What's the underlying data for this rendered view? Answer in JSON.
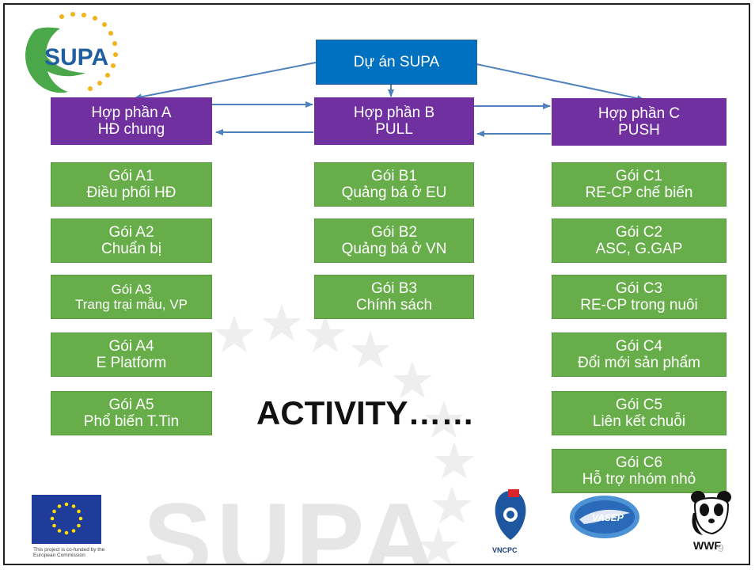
{
  "root": {
    "label": "Dự án SUPA"
  },
  "components": [
    {
      "line1": "Hợp phần A",
      "line2": "HĐ chung"
    },
    {
      "line1": "Hợp phần B",
      "line2": "PULL"
    },
    {
      "line1": "Hợp phần C",
      "line2": "PUSH"
    }
  ],
  "packages": {
    "A": [
      {
        "line1": "Gói A1",
        "line2": "Điều phối HĐ"
      },
      {
        "line1": "Gói A2",
        "line2": "Chuẩn bị"
      },
      {
        "line1": "Gói A3",
        "line2": "Trang trại mẫu, VP"
      },
      {
        "line1": "Gói A4",
        "line2": "E Platform"
      },
      {
        "line1": "Gói A5",
        "line2": "Phổ biến T.Tin"
      }
    ],
    "B": [
      {
        "line1": "Gói B1",
        "line2": "Quảng bá ở EU"
      },
      {
        "line1": "Gói B2",
        "line2": "Quảng bá ở VN"
      },
      {
        "line1": "Gói B3",
        "line2": "Chính sách"
      }
    ],
    "C": [
      {
        "line1": "Gói C1",
        "line2": "RE-CP chế biến"
      },
      {
        "line1": "Gói C2",
        "line2": "ASC, G.GAP"
      },
      {
        "line1": "Gói C3",
        "line2": "RE-CP trong nuôi"
      },
      {
        "line1": "Gói C4",
        "line2": "Đổi mới sản phẩm"
      },
      {
        "line1": "Gói C5",
        "line2": "Liên kết chuỗi"
      },
      {
        "line1": "Gói C6",
        "line2": "Hỗ trợ nhóm nhỏ"
      }
    ]
  },
  "activity_text": "ACTIVITY……",
  "logos": {
    "supa_logo_text": "SUPA",
    "watermark_text": "SUPA",
    "eu_caption": "This project is co-funded by the European Commission",
    "vncpc_label": "VNCPC",
    "wwf_label": "WWF"
  },
  "page_number": "9",
  "colors": {
    "root_box": "#0070c0",
    "component_box": "#7030a0",
    "package_box": "#67ad4a",
    "arrow": "#4f81bd"
  }
}
